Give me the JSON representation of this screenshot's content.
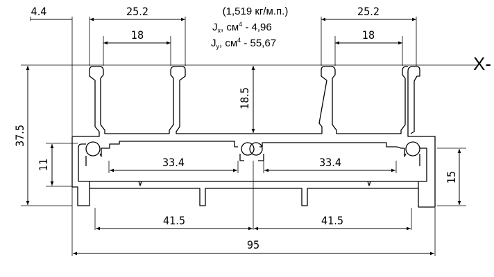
{
  "properties": {
    "mass": "(1,519 кг/м.п.)",
    "jx_base": "J",
    "jx_sub": "x",
    "jx_rest": ", см",
    "jx_sup": "4",
    "jx_value": " - 4,96",
    "jy_base": "J",
    "jy_sub": "y",
    "jy_rest": ", см",
    "jy_sup": "4",
    "jy_value": " - 55,67"
  },
  "dimensions": {
    "lip_left": "4.4",
    "channel_left_outer": "25.2",
    "channel_left_inner": "18",
    "channel_right_outer": "25.2",
    "channel_right_inner": "18",
    "channel_depth": "18.5",
    "total_height": "37.5",
    "base_height": "11",
    "right_height": "15",
    "slot_left": "33.4",
    "slot_right": "33.4",
    "span_left": "41.5",
    "span_right": "41.5",
    "total_width": "95"
  },
  "axis_label": "X-"
}
